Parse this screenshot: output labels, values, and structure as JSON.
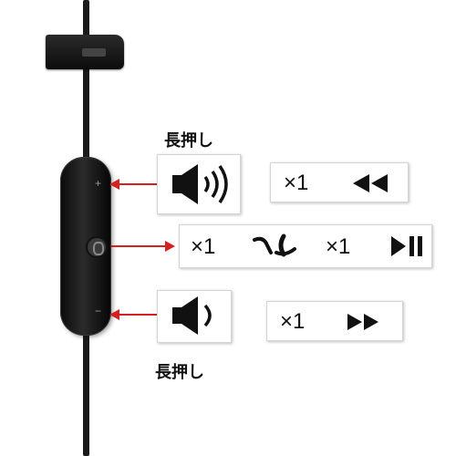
{
  "labels": {
    "long_press_top": "長押し",
    "long_press_bottom": "長押し"
  },
  "actions": {
    "top_row": {
      "count": "×1",
      "action": "rewind-icon"
    },
    "middle_row": [
      {
        "count": "×1",
        "action": "phone-call-icon"
      },
      {
        "count": "×1",
        "action": "play-pause-icon"
      }
    ],
    "bottom_row": {
      "count": "×1",
      "action": "fast-forward-icon"
    }
  },
  "remote": {
    "plus": "+",
    "minus": "−"
  },
  "colors": {
    "arrow": "#d42020",
    "icon": "#111111",
    "remote_body": "#1a1a1a"
  }
}
